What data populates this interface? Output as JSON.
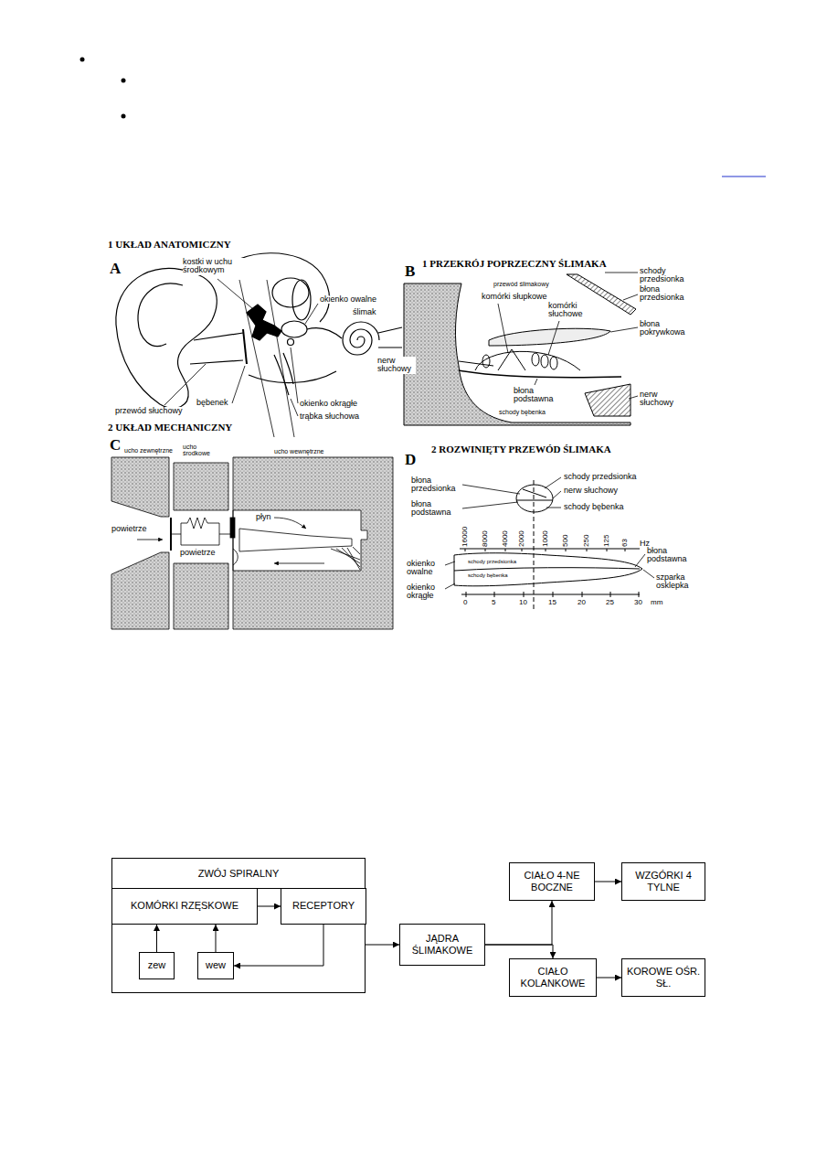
{
  "diagram": {
    "nodes": [
      {
        "text": [
          "ZWÓJ SPIRALNY"
        ]
      },
      {
        "text": [
          "KOMÓRKI RZĘSKOWE"
        ],
        "in": 0
      },
      {
        "text": [
          "RECEPTORY"
        ],
        "in": 0
      },
      {
        "text": [
          "zew"
        ],
        "in": 0
      },
      {
        "text": [
          "wew"
        ],
        "in": 0
      },
      {
        "text": [
          "JĄDRA ŚLIMAKOWE"
        ]
      },
      {
        "text": [
          "CIAŁO 4-NE BOCZNE"
        ]
      },
      {
        "text": [
          "WZGÓRKI 4 TYLNE"
        ]
      },
      {
        "text": [
          "CIAŁO KOLANKOWE"
        ]
      },
      {
        "text": [
          "KOROWE OŚR. SŁ."
        ]
      }
    ],
    "edges": [
      {
        "from": 1,
        "to": 2,
        "arrow": "to"
      },
      {
        "from": 3,
        "to": 1,
        "arrow": "to"
      },
      {
        "from": 4,
        "to": 1,
        "arrow": "to"
      },
      {
        "from": 2,
        "to": 4,
        "arrow": "to"
      },
      {
        "from": 0,
        "to": 5,
        "arrow": "to"
      },
      {
        "from": 5,
        "to": 6,
        "arrow": "to"
      },
      {
        "from": 6,
        "to": 7,
        "arrow": "to"
      },
      {
        "from": 5,
        "to": 8,
        "arrow": "to"
      },
      {
        "from": 8,
        "to": 9,
        "arrow": "to"
      }
    ],
    "labels": [
      "1 UKŁAD ANATOMICZNY",
      "A",
      "kostki w uchu środkowym",
      "okienko owalne",
      "ślimak",
      "nerw słuchowy",
      "przewód słuchowy",
      "bębenek",
      "okienko okrągłe",
      "trąbka słuchowa",
      "2 UKŁAD MECHANICZNY",
      "C",
      "ucho zewnętrzne",
      "ucho środkowe",
      "ucho wewnętrzne",
      "powietrze",
      "powietrze",
      "płyn",
      "1 PRZEKRÓJ POPRZECZNY ŚLIMAKA",
      "B",
      "przewód ślimakowy",
      "schody przedsionka",
      "błona przedsionka",
      "komórki słupkowe",
      "komórki słuchowe",
      "błona pokrywkowa",
      "błona podstawna",
      "schody bębenka",
      "nerw słuchowy",
      "2 ROZWINIĘTY PRZEWÓD ŚLIMAKA",
      "D",
      "błona przedsionka",
      "schody przedsionka",
      "nerw słuchowy",
      "błona podstawna",
      "schody bębenka",
      "16000",
      "8000",
      "4000",
      "2000",
      "1000",
      "500",
      "250",
      "125",
      "63",
      "Hz",
      "schody przedsionka",
      "schody bębenka",
      "okienko owalne",
      "okienko okrągłe",
      "błona podstawna",
      "szparka osklepka",
      "0",
      "5",
      "10",
      "15",
      "20",
      "25",
      "30",
      "mm"
    ]
  }
}
